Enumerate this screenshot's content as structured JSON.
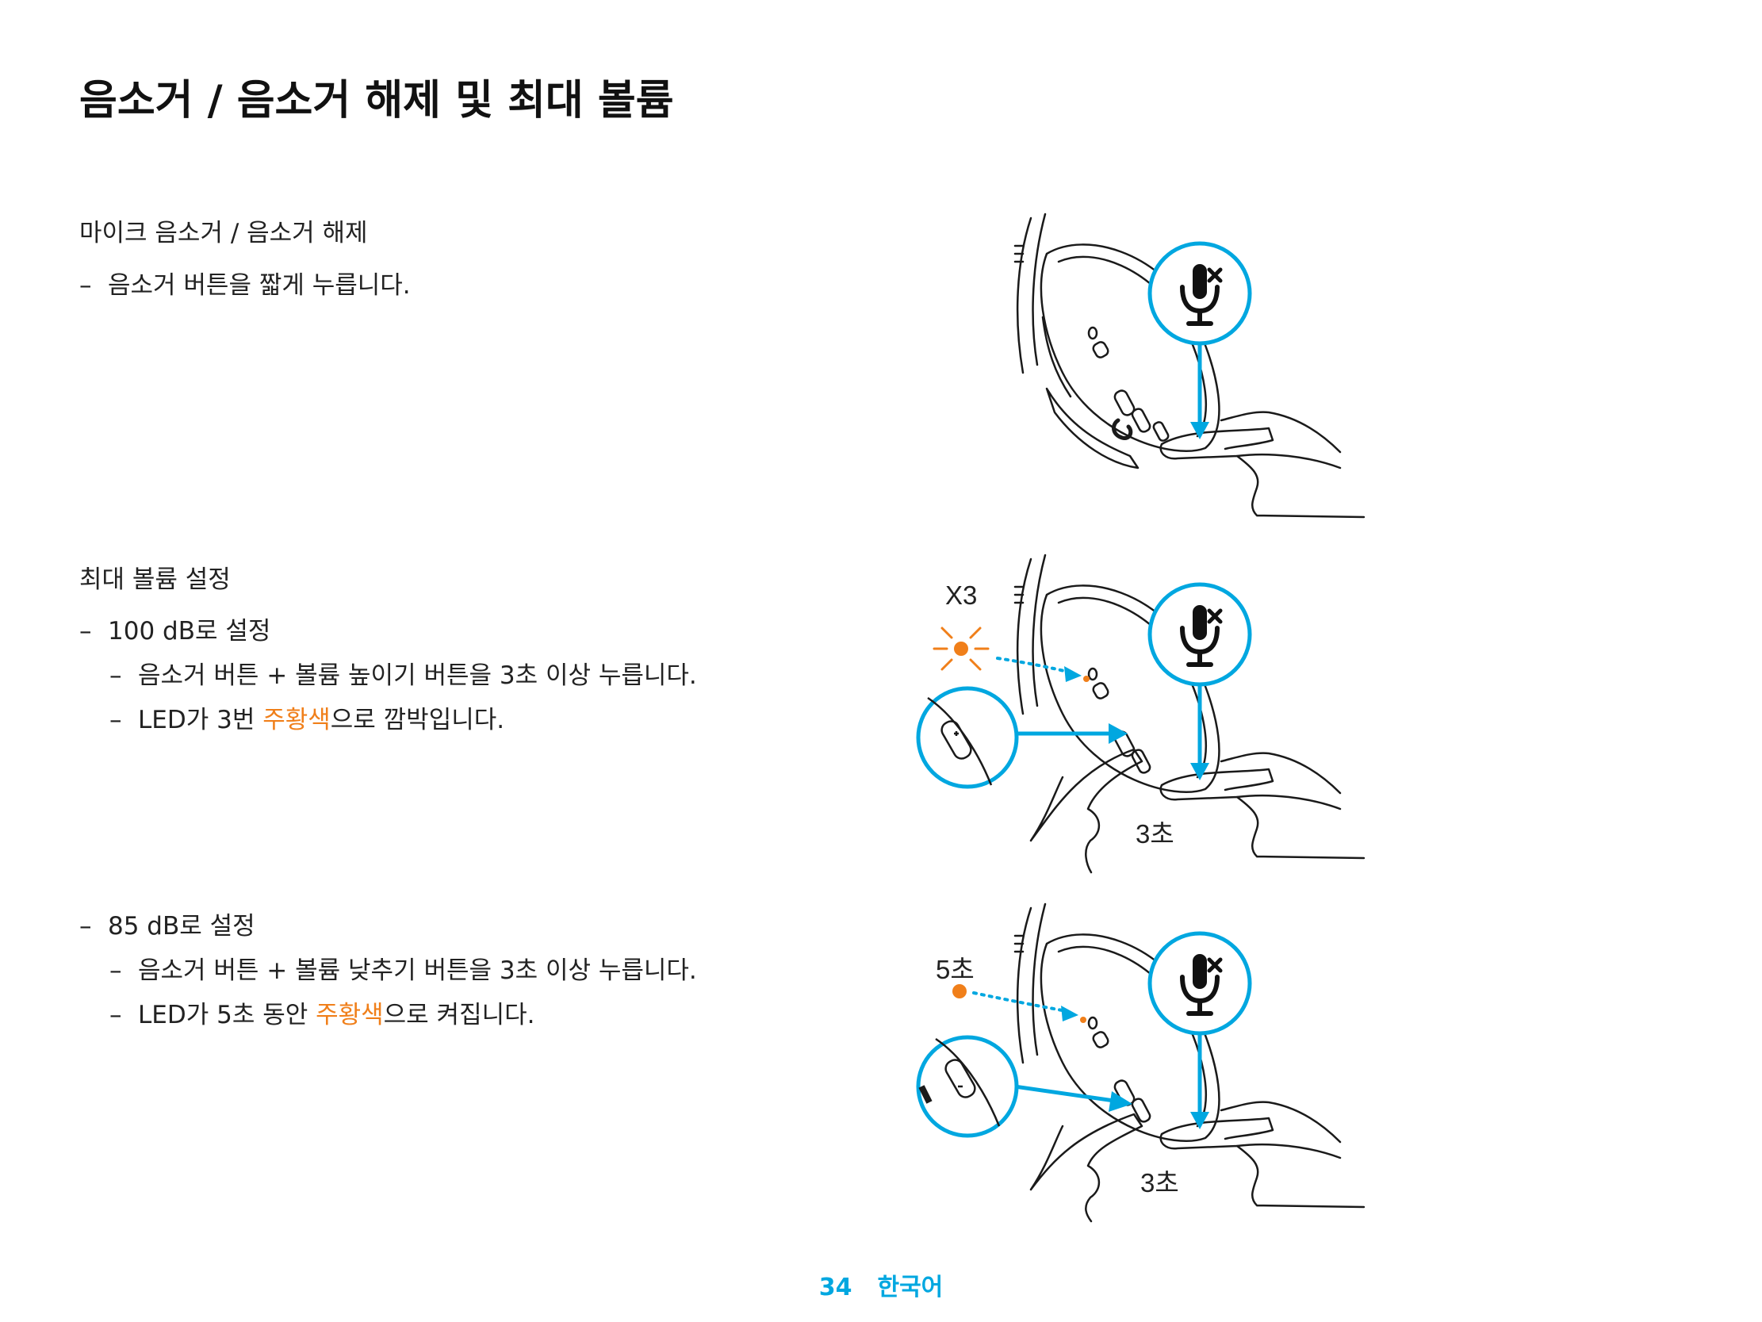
{
  "title": "음소거 / 음소거 해제 및 최대 볼륨",
  "sections": {
    "mute": {
      "heading": "마이크 음소거 / 음소거 해제",
      "item": "음소거 버튼을 짧게 누릅니다."
    },
    "max_volume": {
      "heading": "최대 볼륨 설정",
      "option_100": "100 dB로 설정",
      "step_100_1": "음소거 버튼 + 볼륨 높이기 버튼을 3초 이상 누릅니다.",
      "step_100_2_pre": "LED가 3번 ",
      "step_100_2_color": "주황색",
      "step_100_2_post": "으로 깜박입니다.",
      "option_85": "85 dB로 설정",
      "step_85_1": "음소거 버튼 + 볼륨 낮추기 버튼을 3초 이상 누릅니다.",
      "step_85_2_pre": "LED가 5초 동안 ",
      "step_85_2_color": "주황색",
      "step_85_2_post": "으로 켜집니다."
    }
  },
  "dash": "–",
  "figure_labels": {
    "x3": "X3",
    "sec3_a": "3초",
    "sec5": "5초",
    "sec3_b": "3초"
  },
  "footer": {
    "page": "34",
    "language": "한국어"
  },
  "colors": {
    "accent_blue": "#00a7e0",
    "led_orange": "#f07f1a"
  },
  "icons": [
    "mic-mute-icon",
    "headset-illustration",
    "hand-illustration"
  ]
}
